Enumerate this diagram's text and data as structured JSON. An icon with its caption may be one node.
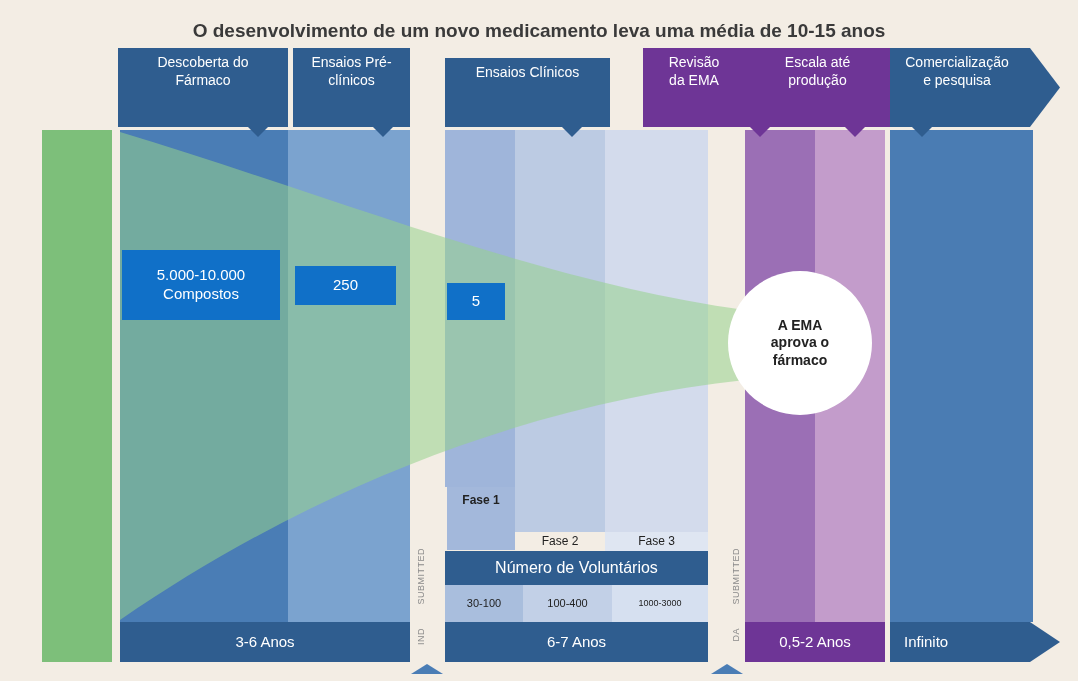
{
  "diagram": {
    "title": "O desenvolvimento de um novo medicamento leva uma média de 10-15 anos",
    "nodes": [
      {
        "text": [
          "Descoberta do Fármaco"
        ]
      },
      {
        "text": [
          "Ensaios Pré-clínicos"
        ]
      },
      {
        "text": [
          "Ensaios Clínicos"
        ]
      },
      {
        "text": [
          "Revisão da EMA"
        ]
      },
      {
        "text": [
          "Escala até produção"
        ]
      },
      {
        "text": [
          "Comercialização e pesquisa"
        ]
      },
      {
        "text": [
          "5.000-10.000 Compostos"
        ]
      },
      {
        "text": [
          "250"
        ]
      },
      {
        "text": [
          "5"
        ]
      },
      {
        "text": [
          "A EMA aprova o fármaco"
        ]
      },
      {
        "text": [
          "Fase 1"
        ]
      },
      {
        "text": [
          "Fase 2"
        ]
      },
      {
        "text": [
          "Fase 3"
        ]
      },
      {
        "text": [
          "Número de Voluntários"
        ]
      },
      {
        "text": [
          "30-100"
        ]
      },
      {
        "text": [
          "100-400"
        ]
      },
      {
        "text": [
          "1000-3000"
        ]
      },
      {
        "text": [
          "3-6 Anos"
        ]
      },
      {
        "text": [
          "6-7 Anos"
        ]
      },
      {
        "text": [
          "0,5-2 Anos"
        ]
      },
      {
        "text": [
          "Infinito"
        ]
      }
    ],
    "labels": [
      "SUBMITTED",
      "IND",
      "SUBMITTED",
      "DA"
    ]
  }
}
